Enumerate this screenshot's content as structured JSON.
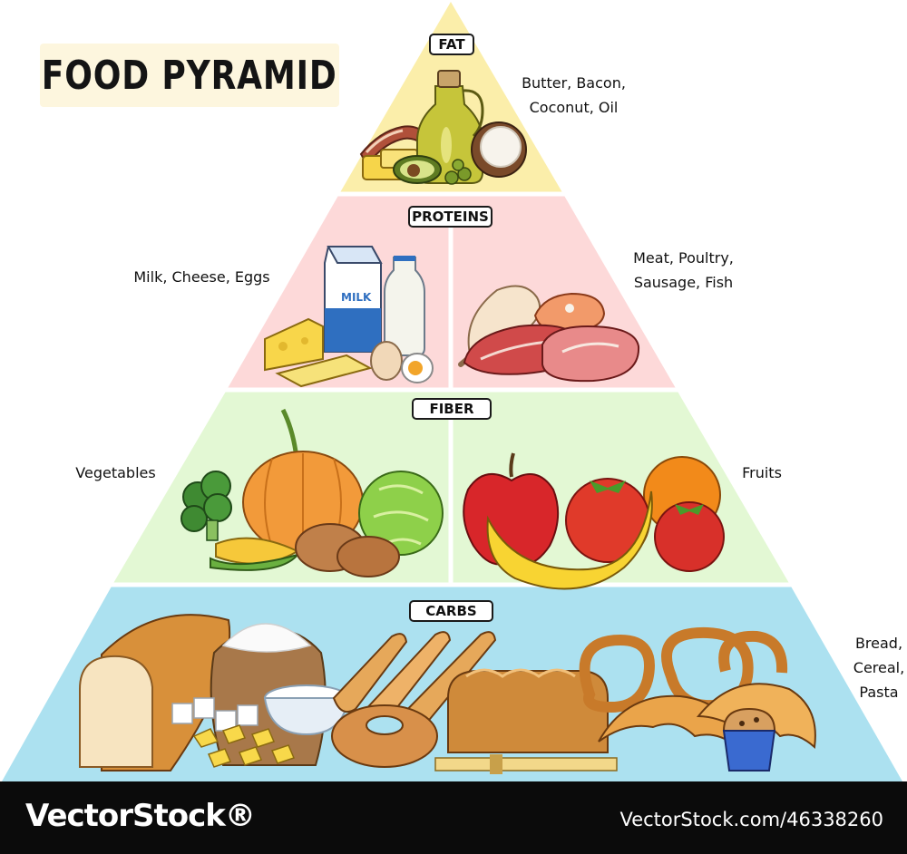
{
  "title": "FOOD PYRAMID",
  "tiers": {
    "fat": {
      "label": "FAT",
      "items": "Butter, Bacon,\nCoconut, Oil",
      "color": "#fbeeaa"
    },
    "proteins": {
      "label": "PROTEINS",
      "left_items": "Milk, Cheese, Eggs",
      "right_items": "Meat, Poultry,\nSausage, Fish",
      "color": "#fdd9d9"
    },
    "fiber": {
      "label": "FIBER",
      "left_items": "Vegetables",
      "right_items": "Fruits",
      "color": "#e3f8d4"
    },
    "carbs": {
      "label": "CARBS",
      "items": "Bread,\nCereal,\nPasta",
      "color": "#ace1f0"
    }
  },
  "footer": {
    "brand": "VectorStock®",
    "image_ref": "VectorStock.com/46338260"
  },
  "icons": [
    "bacon-icon",
    "olive-oil-bottle-icon",
    "coconut-icon",
    "avocado-icon",
    "butter-icon",
    "olives-icon",
    "milk-carton-icon",
    "milk-bottle-icon",
    "cheese-icon",
    "egg-icon",
    "chicken-icon",
    "salmon-steak-icon",
    "raw-meat-icon",
    "broccoli-icon",
    "pumpkin-icon",
    "corn-icon",
    "potato-icon",
    "cabbage-icon",
    "apple-icon",
    "banana-icon",
    "tomato-icon",
    "orange-icon",
    "bread-loaf-icon",
    "flour-sack-icon",
    "sugar-cubes-icon",
    "flour-bowl-icon",
    "baguette-icon",
    "donut-icon",
    "pasta-icon",
    "spaghetti-icon",
    "brioche-icon",
    "pretzel-icon",
    "croissant-icon",
    "muffin-icon"
  ]
}
